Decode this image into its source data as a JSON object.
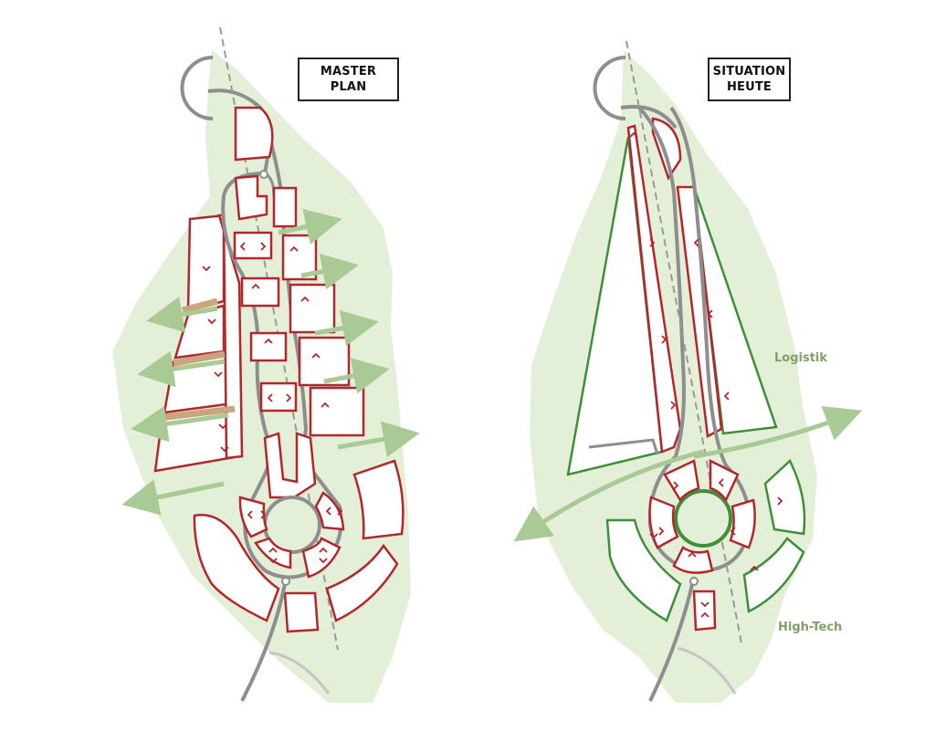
{
  "left_panel": {
    "title_line1": "MASTER",
    "title_line2": "PLAN"
  },
  "right_panel": {
    "title_line1": "SITUATION",
    "title_line2": "HEUTE",
    "label_logistik": "Logistik",
    "label_hightech": "High-Tech"
  },
  "colors": {
    "site_fill": "#e4efd7",
    "plot_red": "#b3262b",
    "plot_green": "#3f8f3a",
    "road_gray": "#8e8e8e",
    "arrow_green": "#a9c995",
    "label_green": "#7fa163",
    "strip_tan": "#c9a57d"
  }
}
